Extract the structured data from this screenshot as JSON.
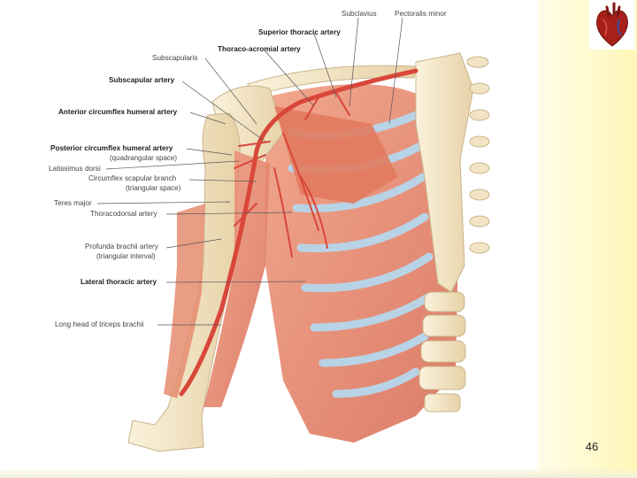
{
  "page_number": "46",
  "labels": {
    "subclavius": "Subclavius",
    "pectoralis_minor": "Pectoralis minor",
    "superior_thoracic": "Superior thoracic artery",
    "thoraco_acromial": "Thoraco-acromial artery",
    "subscapularis": "Subscapularis",
    "subscapular_artery": "Subscapular artery",
    "anterior_circumflex": "Anterior circumflex humeral artery",
    "posterior_circumflex": "Posterior circumflex humeral artery",
    "posterior_circumflex_sub": "(quadrangular space)",
    "latissimus": "Latissimus dorsi",
    "circumflex_scapular": "Circumflex scapular branch",
    "circumflex_scapular_sub": "(triangular space)",
    "teres_major": "Teres major",
    "thoracodorsal": "Thoracodorsal artery",
    "profunda": "Profunda brachii artery",
    "profunda_sub": "(triangular interval)",
    "lateral_thoracic": "Lateral thoracic artery",
    "triceps": "Long head of triceps brachii"
  },
  "colors": {
    "muscle": "#e98a70",
    "artery": "#d8473a",
    "bone": "#f2e4c4",
    "cartilage": "#b9d3e6",
    "leader": "#555555"
  }
}
